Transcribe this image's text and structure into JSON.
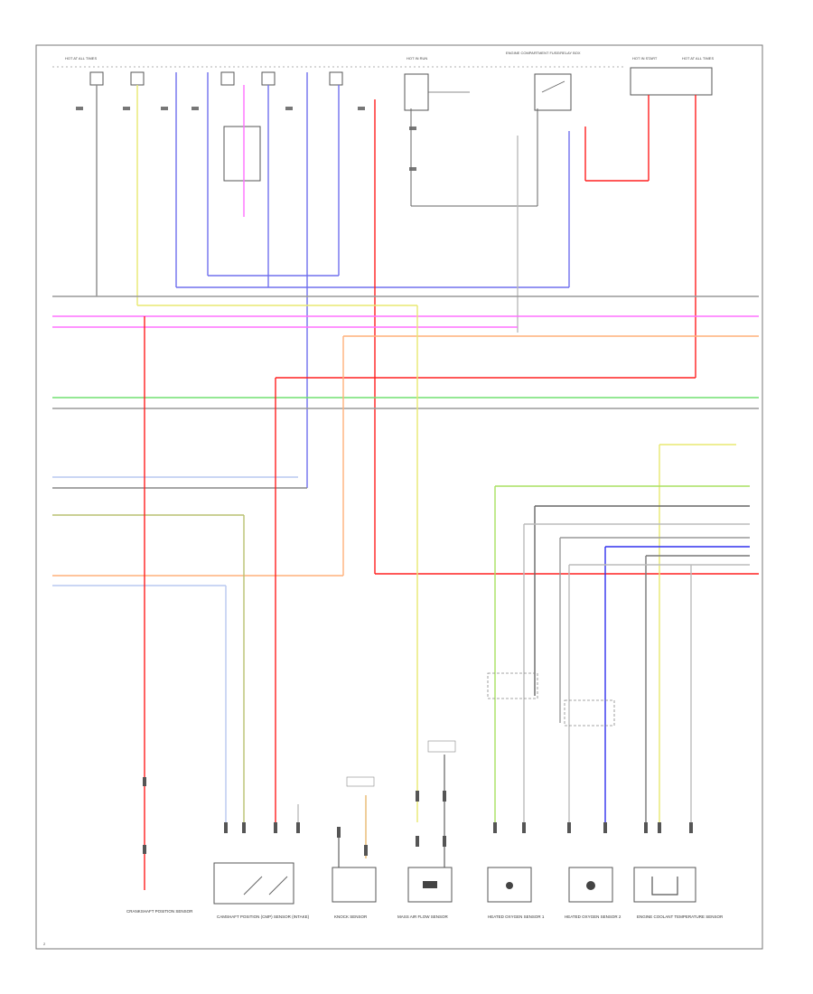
{
  "diagram": {
    "page_number": "2",
    "colors": {
      "frame": "#777777",
      "black": "#888888",
      "yellow": "#e8e870",
      "purple": "#7070ee",
      "red": "#ff2020",
      "pink": "#ff70ff",
      "orange": "#ffb07a",
      "green": "#70e070",
      "gray": "#9a9a9a",
      "lightblue": "#b8c8f0",
      "olive": "#b8c070",
      "lime": "#a8e060",
      "blue": "#3030ee",
      "darkgray": "#666666"
    },
    "top_labels": [
      {
        "id": "hot_at_all_times",
        "text": "HOT AT ALL TIMES"
      },
      {
        "id": "hot_in_run",
        "text": "HOT IN RUN"
      },
      {
        "id": "hot_in_start",
        "text": "HOT IN START"
      },
      {
        "id": "hot_at_all_times_2",
        "text": "HOT AT ALL TIMES"
      },
      {
        "id": "header_note",
        "text": "ENGINE COMPARTMENT FUSE/RELAY BOX"
      }
    ],
    "bottom_components": [
      {
        "id": "sensor_1",
        "text": "CRANKSHAFT POSITION SENSOR"
      },
      {
        "id": "sensor_2",
        "text": "CAMSHAFT POSITION (CMP) SENSOR (INTAKE)"
      },
      {
        "id": "sensor_3",
        "text": "KNOCK SENSOR"
      },
      {
        "id": "sensor_4",
        "text": "MASS AIR FLOW SENSOR"
      },
      {
        "id": "sensor_5",
        "text": "HEATED OXYGEN SENSOR 1"
      },
      {
        "id": "sensor_6",
        "text": "HEATED OXYGEN SENSOR 2"
      },
      {
        "id": "sensor_7",
        "text": "ENGINE COOLANT TEMPERATURE SENSOR"
      }
    ]
  }
}
